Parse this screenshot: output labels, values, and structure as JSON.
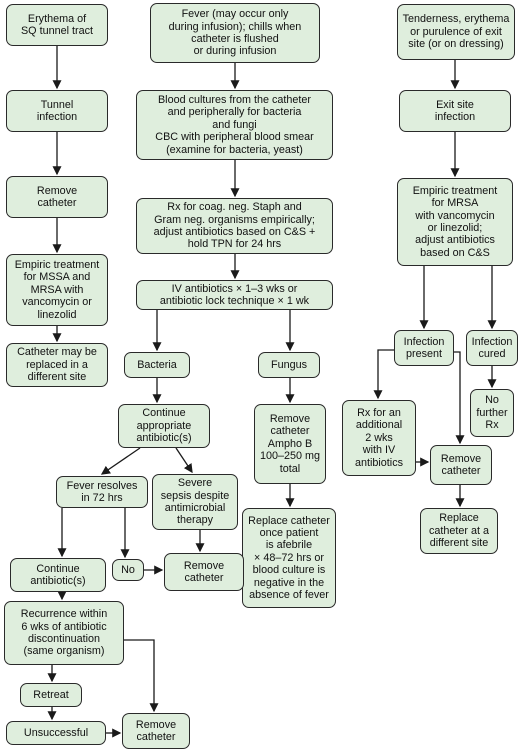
{
  "nodes": {
    "erythema_sq_tunnel": "Erythema of\nSQ tunnel tract",
    "tunnel_infection": "Tunnel\ninfection",
    "remove_catheter_tunnel": "Remove\ncatheter",
    "empiric_mssa_mrsa": "Empiric treatment\nfor MSSA and\nMRSA with\nvancomycin or\nlinezolid",
    "catheter_replaced_different_site": "Catheter may be\nreplaced in a\ndifferent site",
    "fever": "Fever (may occur only\nduring infusion); chills when\ncatheter is flushed\nor during infusion",
    "blood_cultures": "Blood cultures from the catheter\nand peripherally for bacteria\nand fungi\nCBC with peripheral blood smear\n(examine for bacteria, yeast)",
    "rx_coag_neg_staph": "Rx for coag. neg. Staph and\nGram neg. organisms empirically;\nadjust antibiotics based on C&S +\nhold TPN for 24 hrs",
    "iv_antibiotics": "IV antibiotics × 1–3 wks or\nantibiotic lock technique × 1 wk",
    "bacteria": "Bacteria",
    "fungus": "Fungus",
    "continue_appropriate_antibiotics": "Continue\nappropriate\nantibiotic(s)",
    "fever_resolves_72": "Fever resolves\nin 72 hrs",
    "severe_sepsis": "Severe\nsepsis despite\nantimicrobial\ntherapy",
    "no": "No",
    "remove_catheter_sepsis": "Remove\ncatheter",
    "continue_antibiotics": "Continue\nantibiotic(s)",
    "recurrence": "Recurrence within\n6 wks of antibiotic\ndiscontinuation\n(same organism)",
    "retreat": "Retreat",
    "unsuccessful": "Unsuccessful",
    "remove_catheter_bottom": "Remove\ncatheter",
    "remove_catheter_ampho": "Remove\ncatheter\nAmpho B\n100–250 mg\ntotal",
    "replace_catheter_afebrile": "Replace catheter\nonce patient\nis afebrile\n× 48–72 hrs or\nblood culture is\nnegative in the\nabsence of fever",
    "tenderness_exit_site": "Tenderness, erythema\nor purulence of exit\nsite (or on dressing)",
    "exit_site_infection": "Exit site\ninfection",
    "empiric_mrsa": "Empiric treatment\nfor MRSA\nwith vancomycin\nor linezolid;\nadjust antibiotics\nbased on C&S",
    "infection_present": "Infection\npresent",
    "infection_cured": "Infection\ncured",
    "rx_additional_2wks": "Rx for an\nadditional\n2 wks\nwith IV\nantibiotics",
    "no_further_rx": "No\nfurther\nRx",
    "remove_catheter_exit": "Remove\ncatheter",
    "replace_catheter_different_site": "Replace\ncatheter at a\ndifferent site"
  },
  "colors": {
    "box_fill": "#dfeedd",
    "box_border": "#2a2a2a",
    "connector": "#1a1a1a"
  }
}
